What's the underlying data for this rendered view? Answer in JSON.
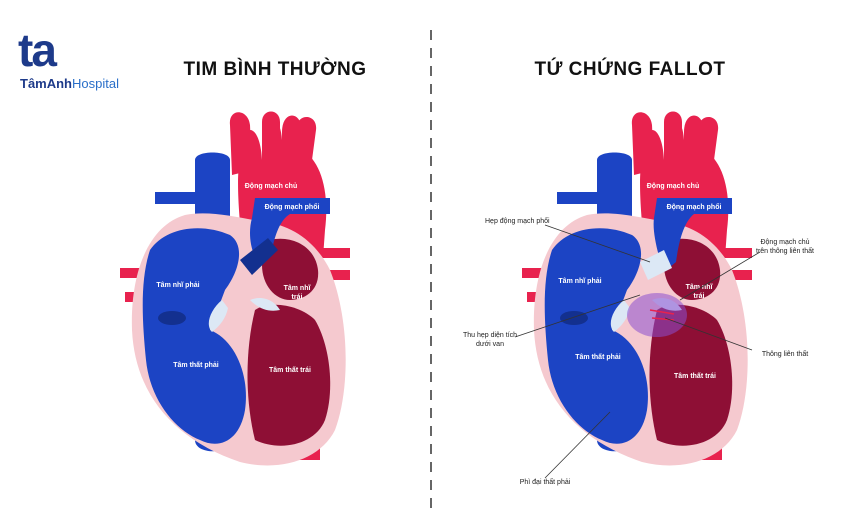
{
  "brand": {
    "mark": "ta",
    "name_bold": "TâmAnh",
    "name_light": "Hospital"
  },
  "colors": {
    "blue": "#1c44c4",
    "red": "#e8224e",
    "dark_red": "#8e0f35",
    "pink": "#f5c9cf",
    "text": "#111111"
  },
  "left": {
    "title": "TIM BÌNH THƯỜNG",
    "labels": {
      "aorta": "Động mạch chủ",
      "pulmonary_artery": "Động mạch phổi",
      "right_atrium": "Tâm nhĩ phải",
      "left_atrium_1": "Tâm nhĩ",
      "left_atrium_2": "trái",
      "right_ventricle": "Tâm thất phải",
      "left_ventricle": "Tâm thất trái"
    }
  },
  "right": {
    "title": "TỨ CHỨNG FALLOT",
    "labels": {
      "aorta": "Động mạch chủ",
      "pulmonary_artery": "Động mạch phổi",
      "right_atrium": "Tâm nhĩ phải",
      "left_atrium_1": "Tâm nhĩ",
      "left_atrium_2": "trái",
      "right_ventricle": "Tâm thất phải",
      "left_ventricle": "Tâm thất trái"
    },
    "callouts": {
      "pulmonary_stenosis": "Hẹp động mạch phổi",
      "overriding_aorta_1": "Động mạch chủ",
      "overriding_aorta_2": "trên thông liên thất",
      "subvalvular_1": "Thu hẹp diện tích",
      "subvalvular_2": "dưới van",
      "vsd": "Thông liên thất",
      "rv_hypertrophy": "Phì đại thất phải"
    }
  }
}
